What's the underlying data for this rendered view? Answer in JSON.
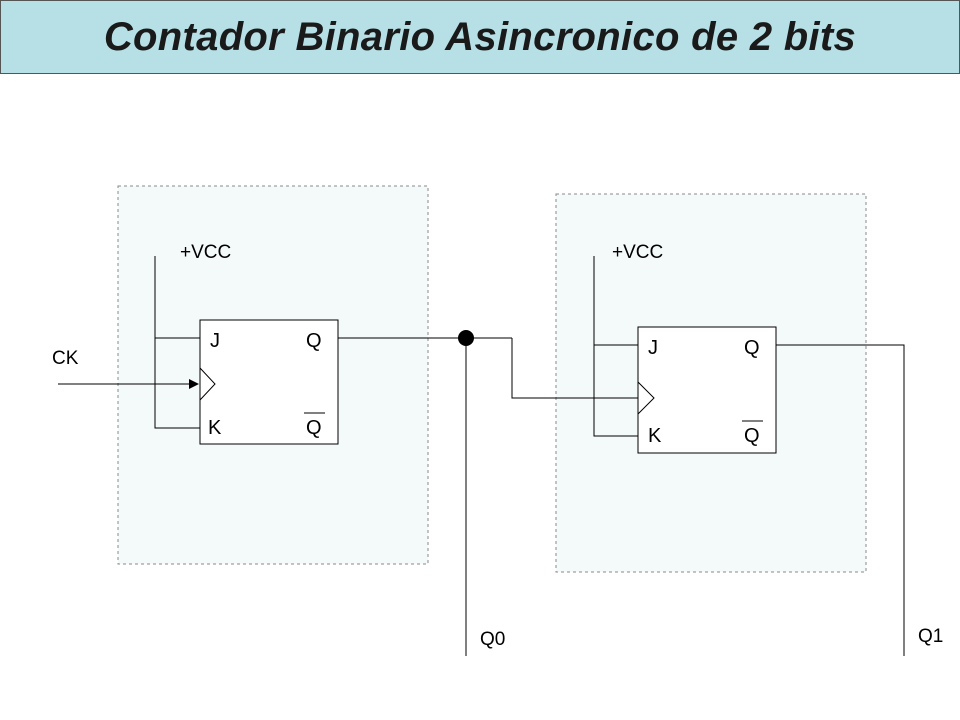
{
  "title": "Contador Binario Asincronico de 2 bits",
  "colors": {
    "title_bg": "#b7e0e6",
    "panel_fill": "#f4f9fa",
    "panel_border": "#8a8a8a",
    "wire": "#000000"
  },
  "clock_label": "CK",
  "flipflops": [
    {
      "vcc_label": "+VCC",
      "pin_j": "J",
      "pin_k": "K",
      "pin_q": "Q",
      "pin_qbar": "Q"
    },
    {
      "vcc_label": "+VCC",
      "pin_j": "J",
      "pin_k": "K",
      "pin_q": "Q",
      "pin_qbar": "Q"
    }
  ],
  "outputs": [
    "Q0",
    "Q1"
  ]
}
